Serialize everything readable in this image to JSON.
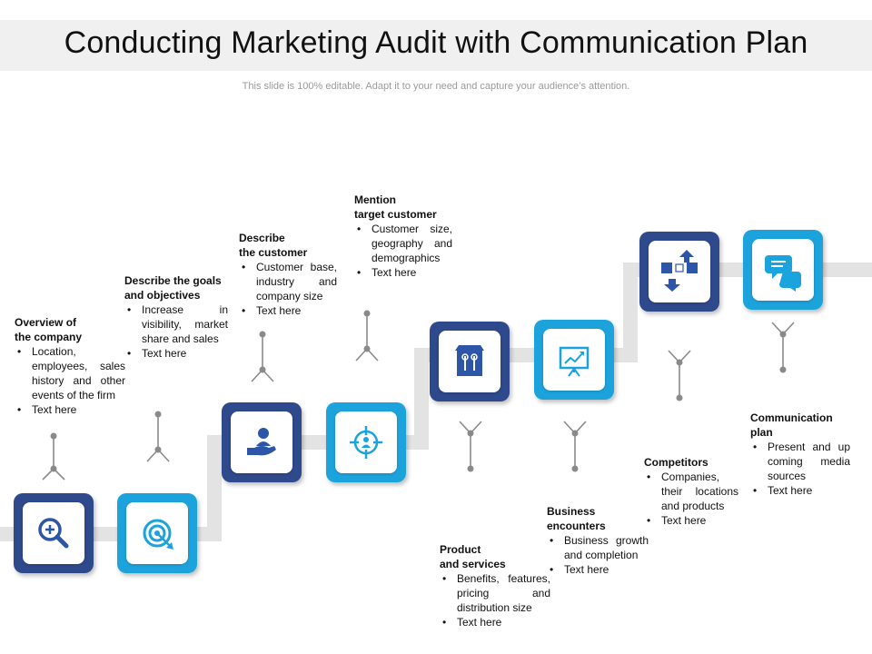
{
  "slide": {
    "title": "Conducting Marketing Audit with Communication Plan",
    "subtitle": "This slide is 100% editable. Adapt it to your need and capture your audience’s attention."
  },
  "colors": {
    "dark_blue": "#2e4a8c",
    "light_blue": "#1aa3dc",
    "icon_blue": "#2d55a8",
    "path_gray": "#e3e3e3",
    "stick_gray": "#8a8a8a"
  },
  "steps": [
    {
      "heading": "Overview of\nthe company",
      "bullets": [
        "Location, employees, sales history and other events of the firm",
        "Text here"
      ],
      "icon": "magnifier-plus-icon"
    },
    {
      "heading": "Describe the goals\n and objectives",
      "bullets": [
        "Increase in visibility, market share and sales",
        "Text here"
      ],
      "icon": "target-arrow-icon"
    },
    {
      "heading": "Describe\nthe customer",
      "bullets": [
        "Customer base, industry and company size",
        "Text here"
      ],
      "icon": "hand-person-icon"
    },
    {
      "heading": "Mention\ntarget customer",
      "bullets": [
        "Customer size, geography and demographics",
        "Text here"
      ],
      "icon": "crosshair-person-icon"
    },
    {
      "heading": "Product\nand services",
      "bullets": [
        "Benefits, features, pricing and distribution size",
        "Text here"
      ],
      "icon": "box-tools-icon"
    },
    {
      "heading": "Business\nencounters",
      "bullets": [
        "Business growth and completion",
        "Text here"
      ],
      "icon": "presentation-chart-icon"
    },
    {
      "heading": "Competitors",
      "bullets": [
        "Companies, their locations and products",
        "Text here"
      ],
      "icon": "competition-icon"
    },
    {
      "heading": "Communication\nplan",
      "bullets": [
        "Present and up coming media sources",
        "Text here"
      ],
      "icon": "chat-bubbles-icon"
    }
  ]
}
